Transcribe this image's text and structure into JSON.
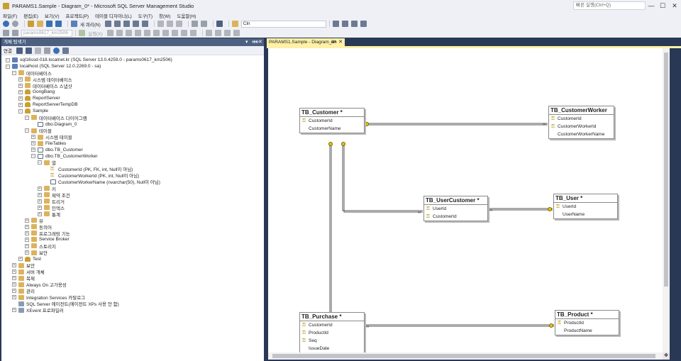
{
  "window": {
    "title": "PARAMS1.Sample - Diagram_0* - Microsoft SQL Server Management Studio",
    "quick_launch_placeholder": "빠른 실행(Ctrl+Q)",
    "minimize": "—",
    "maximize": "☐",
    "close": "✕"
  },
  "menu": [
    "파일(F)",
    "편집(E)",
    "보기(V)",
    "프로젝트(P)",
    "테이블 디자이너(L)",
    "도구(T)",
    "창(W)",
    "도움말(H)"
  ],
  "toolbar1": {
    "new_query": "새 쿼리(N)",
    "search_combo": "Cln"
  },
  "toolbar2": {
    "db_combo": "params0617_km2506",
    "execute": "실행(X)"
  },
  "object_explorer": {
    "title": "개체 탐색기",
    "header_buttons": [
      "▾",
      "ᚔ",
      "✕"
    ],
    "connect": "연결",
    "tree": [
      {
        "indent": 0,
        "exp": "⊟",
        "icon": "server",
        "label": "sql16ssd-018.localnet.kr (SQL Server 13.0.4259.0 - params0617_km2506)"
      },
      {
        "indent": 0,
        "exp": "⊟",
        "icon": "server",
        "label": "localhost (SQL Server 12.0.2269.0 - sa)"
      },
      {
        "indent": 1,
        "exp": "⊟",
        "icon": "folder",
        "label": "데이터베이스"
      },
      {
        "indent": 2,
        "exp": "⊞",
        "icon": "folder",
        "label": "시스템 데이터베이스"
      },
      {
        "indent": 2,
        "exp": "⊞",
        "icon": "folder",
        "label": "데이터베이스 스냅샷"
      },
      {
        "indent": 2,
        "exp": "⊞",
        "icon": "db",
        "label": "GongBang"
      },
      {
        "indent": 2,
        "exp": "⊞",
        "icon": "db",
        "label": "ReportServer"
      },
      {
        "indent": 2,
        "exp": "⊞",
        "icon": "db",
        "label": "ReportServerTempDB"
      },
      {
        "indent": 2,
        "exp": "⊟",
        "icon": "db",
        "label": "Sample"
      },
      {
        "indent": 3,
        "exp": "⊟",
        "icon": "folder",
        "label": "데이터베이스 다이어그램"
      },
      {
        "indent": 4,
        "exp": "",
        "icon": "table",
        "label": "dbo.Diagram_0"
      },
      {
        "indent": 3,
        "exp": "⊟",
        "icon": "folder",
        "label": "테이블"
      },
      {
        "indent": 4,
        "exp": "⊞",
        "icon": "folder",
        "label": "시스템 테이블"
      },
      {
        "indent": 4,
        "exp": "⊞",
        "icon": "folder",
        "label": "FileTables"
      },
      {
        "indent": 4,
        "exp": "⊞",
        "icon": "table",
        "label": "dbo.TB_Customer"
      },
      {
        "indent": 4,
        "exp": "⊟",
        "icon": "table",
        "label": "dbo.TB_CustomerWorker"
      },
      {
        "indent": 5,
        "exp": "⊟",
        "icon": "folder",
        "label": "열"
      },
      {
        "indent": 6,
        "exp": "",
        "icon": "key",
        "label": "CustomerId (PK, FK, int, Null이 아님)"
      },
      {
        "indent": 6,
        "exp": "",
        "icon": "key",
        "label": "CustomerWorkerId (PK, int, Null이 아님)"
      },
      {
        "indent": 6,
        "exp": "",
        "icon": "table",
        "label": "CustomerWorkerName (nvarchar(50), Null이 아님)"
      },
      {
        "indent": 5,
        "exp": "⊞",
        "icon": "folder",
        "label": "키"
      },
      {
        "indent": 5,
        "exp": "⊞",
        "icon": "folder",
        "label": "제약 조건"
      },
      {
        "indent": 5,
        "exp": "⊞",
        "icon": "folder",
        "label": "트리거"
      },
      {
        "indent": 5,
        "exp": "⊞",
        "icon": "folder",
        "label": "인덱스"
      },
      {
        "indent": 5,
        "exp": "⊞",
        "icon": "folder",
        "label": "통계"
      },
      {
        "indent": 3,
        "exp": "⊞",
        "icon": "folder",
        "label": "뷰"
      },
      {
        "indent": 3,
        "exp": "⊞",
        "icon": "folder",
        "label": "동의어"
      },
      {
        "indent": 3,
        "exp": "⊞",
        "icon": "folder",
        "label": "프로그래밍 기능"
      },
      {
        "indent": 3,
        "exp": "⊞",
        "icon": "folder",
        "label": "Service Broker"
      },
      {
        "indent": 3,
        "exp": "⊞",
        "icon": "folder",
        "label": "스토리지"
      },
      {
        "indent": 3,
        "exp": "⊞",
        "icon": "folder",
        "label": "보안"
      },
      {
        "indent": 2,
        "exp": "⊞",
        "icon": "db",
        "label": "Test"
      },
      {
        "indent": 1,
        "exp": "⊞",
        "icon": "folder",
        "label": "보안"
      },
      {
        "indent": 1,
        "exp": "⊞",
        "icon": "folder",
        "label": "서버 개체"
      },
      {
        "indent": 1,
        "exp": "⊞",
        "icon": "folder",
        "label": "복제"
      },
      {
        "indent": 1,
        "exp": "⊞",
        "icon": "folder",
        "label": "Always On 고가용성"
      },
      {
        "indent": 1,
        "exp": "⊞",
        "icon": "folder",
        "label": "관리"
      },
      {
        "indent": 1,
        "exp": "⊞",
        "icon": "folder",
        "label": "Integration Services 카탈로그"
      },
      {
        "indent": 1,
        "exp": "",
        "icon": "agent",
        "label": "SQL Server 에이전트(에이전트 XPs 사용 안 함)"
      },
      {
        "indent": 1,
        "exp": "⊞",
        "icon": "agent",
        "label": "XEvent 프로파일러"
      }
    ]
  },
  "document_tab": {
    "label": "PARAMS1.Sample - Diagram_0*",
    "pin": "ᚔ",
    "close": "✕"
  },
  "diagram": {
    "tables": [
      {
        "id": "tb-customer",
        "title": "TB_Customer *",
        "columns": [
          {
            "name": "CustomerId",
            "key": true
          },
          {
            "name": "CustomerName",
            "key": false
          }
        ]
      },
      {
        "id": "tb-customerworker",
        "title": "TB_CustomerWorker",
        "columns": [
          {
            "name": "CustomerId",
            "key": true
          },
          {
            "name": "CustomerWorkerId",
            "key": true
          },
          {
            "name": "CustomerWorkerName",
            "key": false
          }
        ]
      },
      {
        "id": "tb-usercustomer",
        "title": "TB_UserCustomer *",
        "columns": [
          {
            "name": "UserId",
            "key": true
          },
          {
            "name": "CustomerId",
            "key": true
          }
        ]
      },
      {
        "id": "tb-user",
        "title": "TB_User *",
        "columns": [
          {
            "name": "UserId",
            "key": true
          },
          {
            "name": "UserName",
            "key": false
          }
        ]
      },
      {
        "id": "tb-purchase",
        "title": "TB_Purchase *",
        "columns": [
          {
            "name": "CustomerId",
            "key": true
          },
          {
            "name": "ProductId",
            "key": true
          },
          {
            "name": "Seq",
            "key": true
          },
          {
            "name": "IssueDate",
            "key": false
          }
        ]
      },
      {
        "id": "tb-product",
        "title": "TB_Product *",
        "columns": [
          {
            "name": "ProductId",
            "key": true
          },
          {
            "name": "ProductName",
            "key": false
          }
        ]
      }
    ]
  },
  "colors": {
    "chrome": "#eef0f5",
    "frame": "#293955",
    "panel_header": "#4d6082",
    "active_tab": "#fff1a8",
    "key": "#b08a00"
  }
}
